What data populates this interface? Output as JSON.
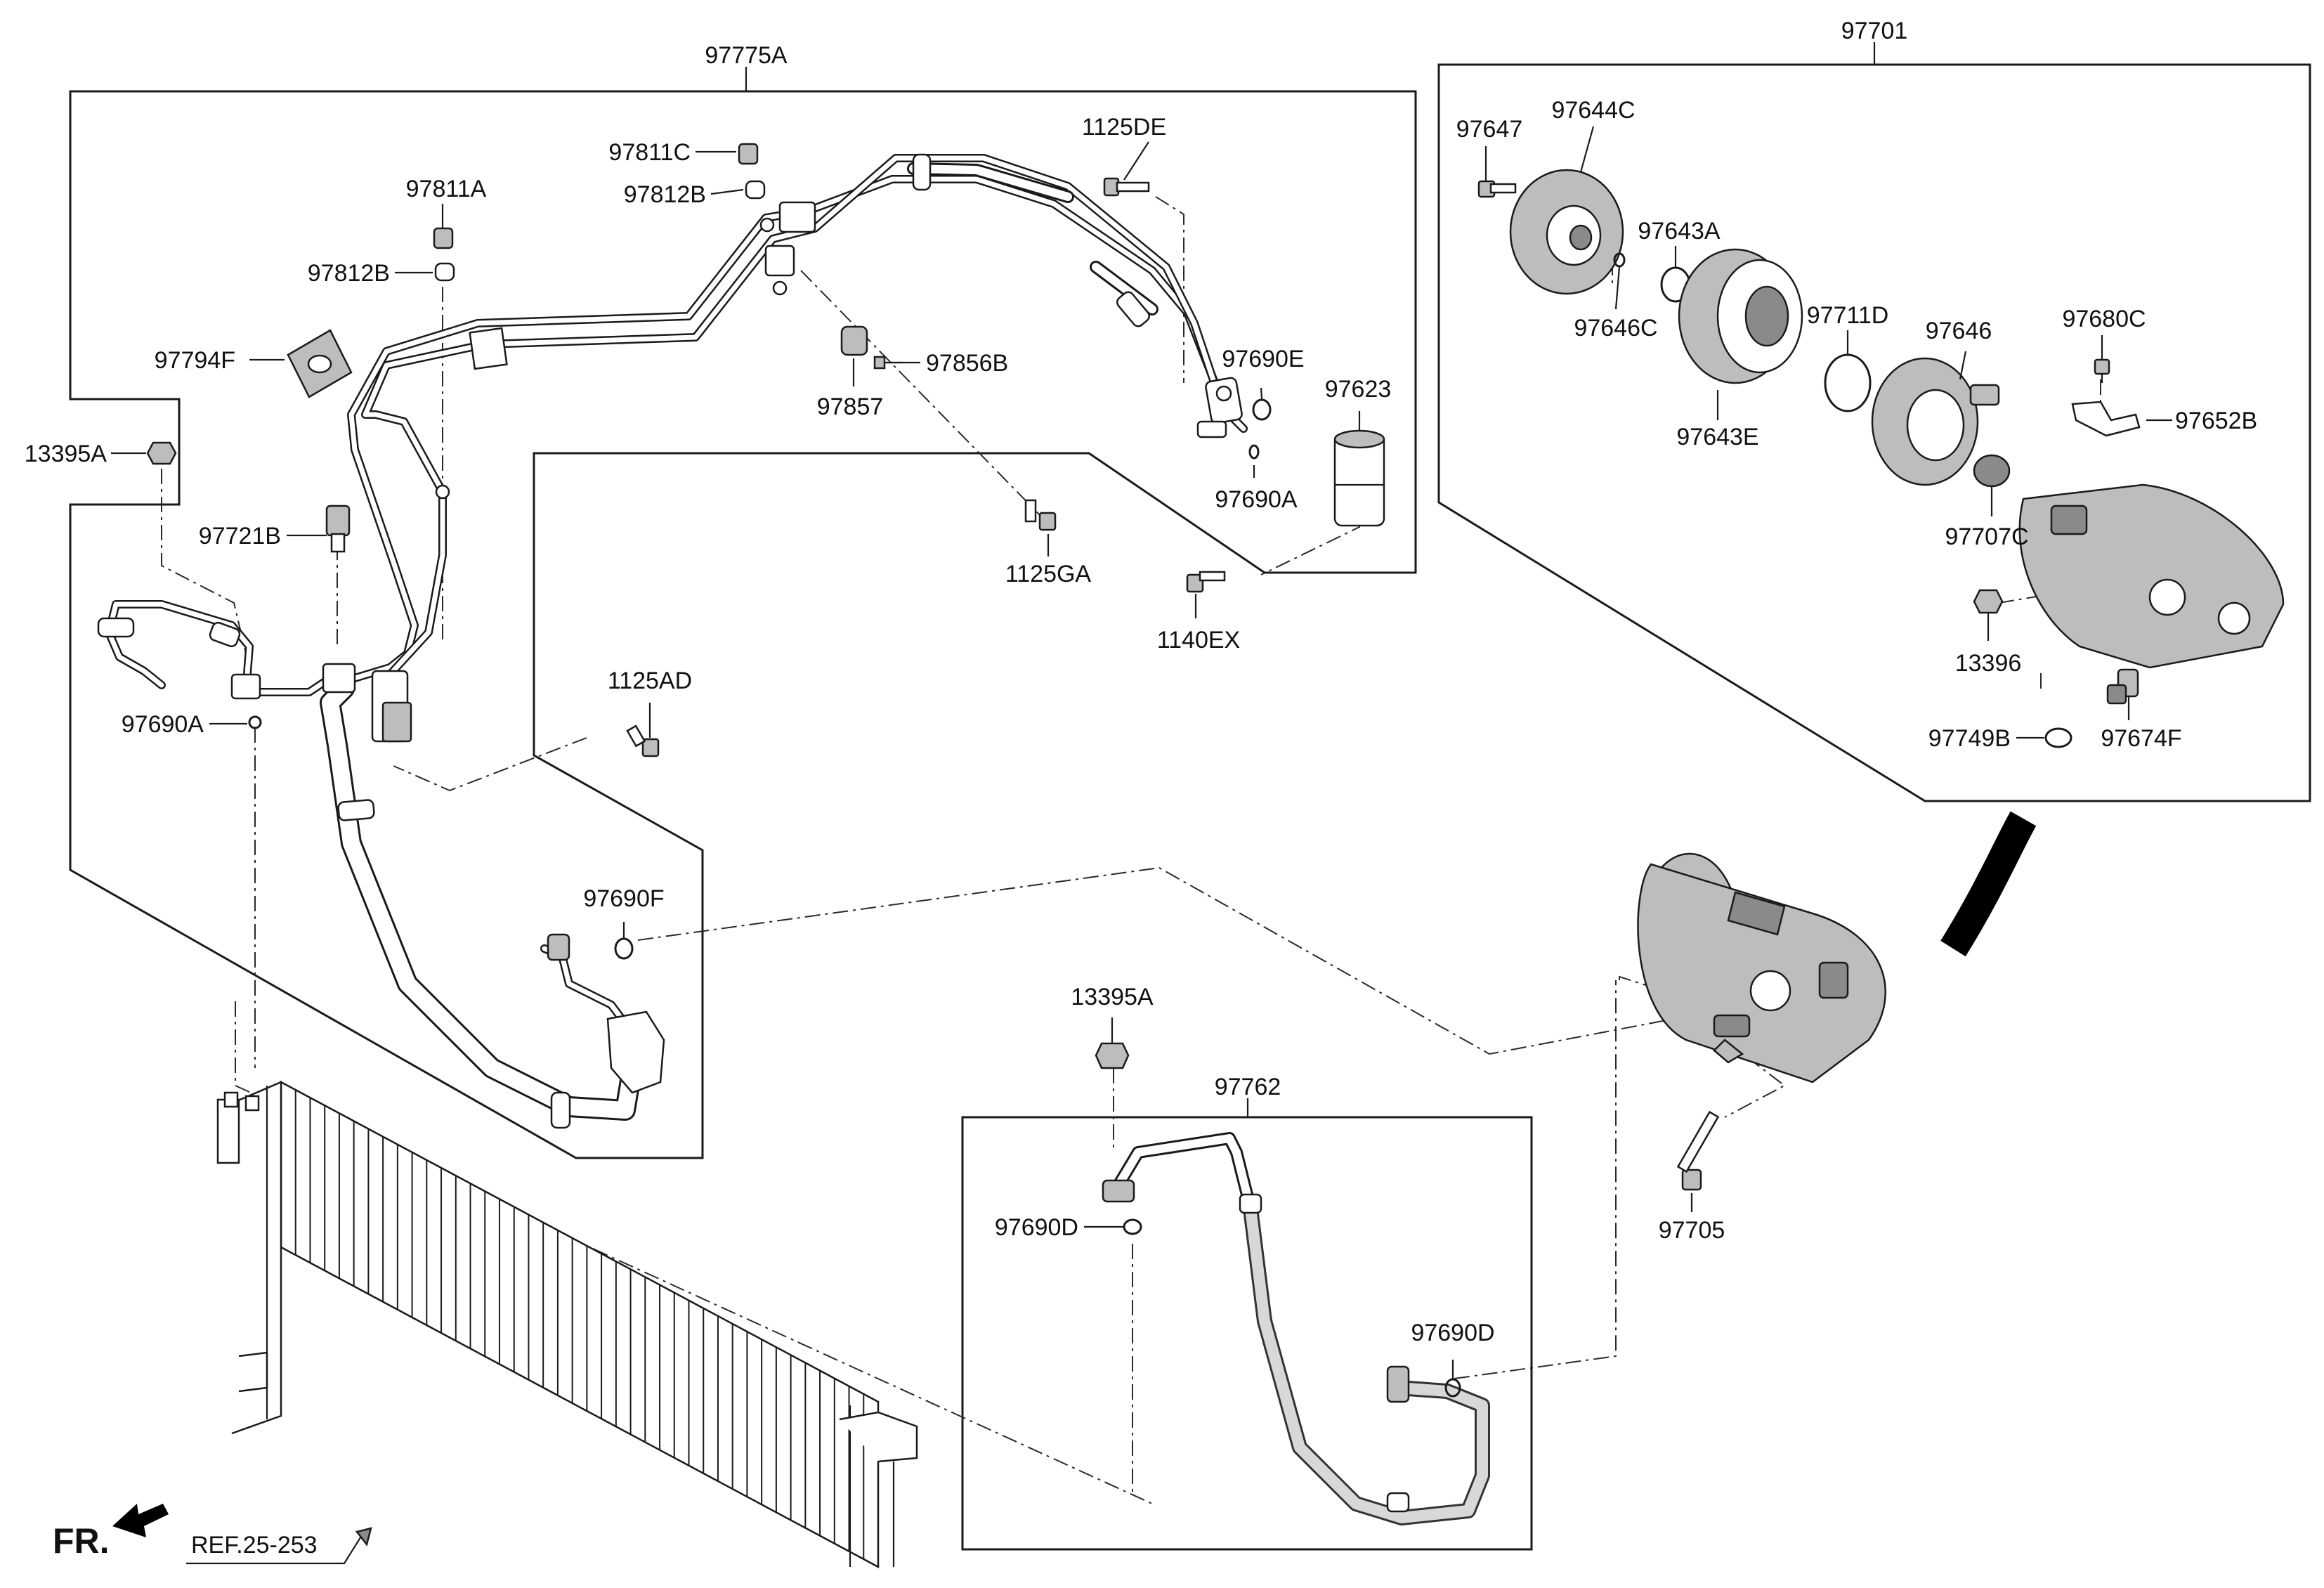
{
  "diagram": {
    "group_labels": {
      "hose_assembly": "97775A",
      "compressor_assembly": "97701",
      "discharge_hose": "97762"
    },
    "part_labels": {
      "p97811C": "97811C",
      "p97812B_top": "97812B",
      "p1125DE": "1125DE",
      "p97811A": "97811A",
      "p97812B_left": "97812B",
      "p97794F": "97794F",
      "p13395A_left": "13395A",
      "p97721B": "97721B",
      "p97690A_left": "97690A",
      "p97857": "97857",
      "p97856B": "97856B",
      "p97690E": "97690E",
      "p97623": "97623",
      "p97690A_right": "97690A",
      "p1125GA": "1125GA",
      "p1140EX": "1140EX",
      "p1125AD": "1125AD",
      "p97690F": "97690F",
      "p13395A_mid": "13395A",
      "p97690D_left": "97690D",
      "p97690D_right": "97690D",
      "p97705": "97705",
      "p97647": "97647",
      "p97644C": "97644C",
      "p97643A": "97643A",
      "p97646C": "97646C",
      "p97643E": "97643E",
      "p97711D": "97711D",
      "p97646": "97646",
      "p97680C": "97680C",
      "p97652B": "97652B",
      "p97707C": "97707C",
      "p13396": "13396",
      "p97749B": "97749B",
      "p97674F": "97674F"
    },
    "reference": "REF.25-253",
    "front_marker": "FR.",
    "colors": {
      "line": "#1a1a1a",
      "compressor_fill": "#c9c9c9",
      "hose_shading": "#d8d8d8",
      "background": "#ffffff"
    }
  }
}
